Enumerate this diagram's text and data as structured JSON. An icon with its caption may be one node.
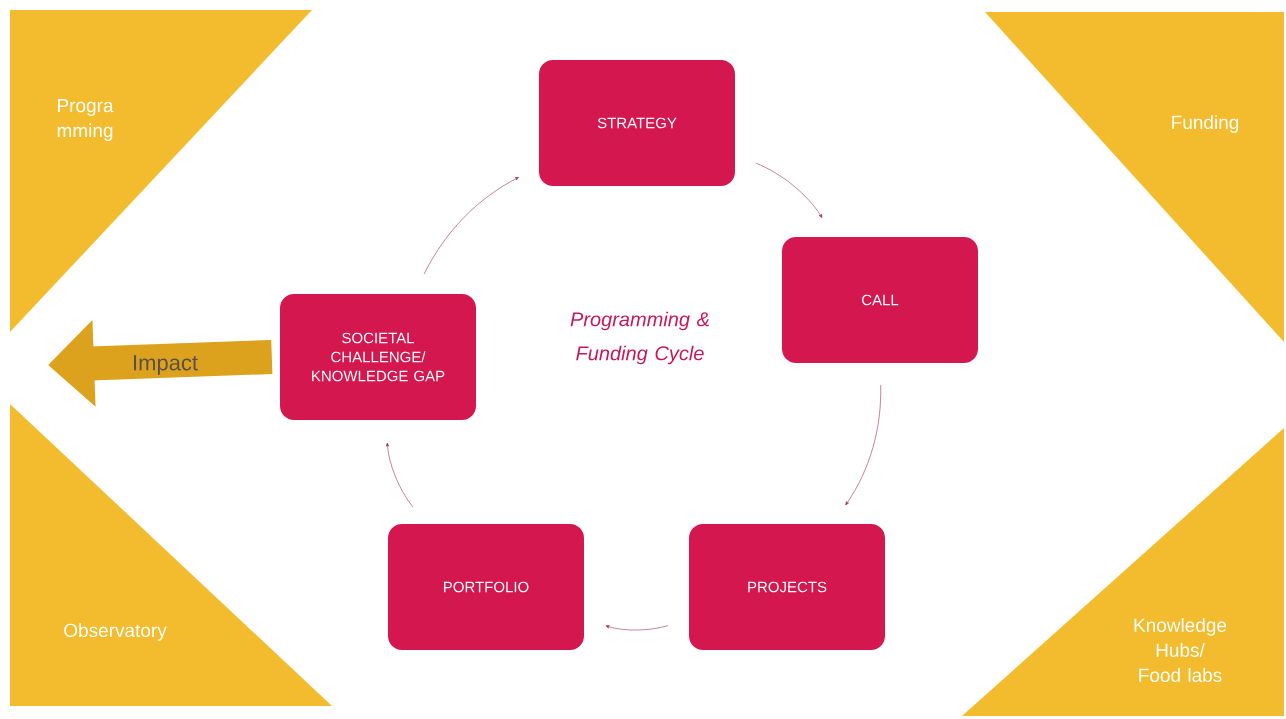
{
  "diagram": {
    "nodes": [
      {
        "text": [
          "Progra mming"
        ]
      },
      {
        "text": [
          "Funding"
        ]
      },
      {
        "text": [
          "STRATEGY"
        ]
      },
      {
        "text": [
          "CALL"
        ]
      },
      {
        "text": [
          "SOCIETAL CHALLENGE/ KNOWLEDGE GAP"
        ]
      },
      {
        "text": [
          "PORTFOLIO"
        ]
      },
      {
        "text": [
          "PROJECTS"
        ]
      },
      {
        "text": [
          "Observatory"
        ]
      },
      {
        "text": [
          "Knowledge Hubs/ Food labs"
        ]
      }
    ],
    "edges": [
      {
        "from": 2,
        "to": 3,
        "arrow": "to"
      },
      {
        "from": 3,
        "to": 6,
        "arrow": "to"
      },
      {
        "from": 6,
        "to": 5,
        "arrow": "to"
      },
      {
        "from": 5,
        "to": 4,
        "arrow": "to"
      },
      {
        "from": 4,
        "to": 2,
        "arrow": "to"
      },
      {
        "from": 4,
        "to": null,
        "arrow": "to",
        "label": "Impact",
        "style": "thick",
        "color": "#dca21e"
      }
    ],
    "labels": [
      "Programming & Funding Cycle"
    ]
  }
}
